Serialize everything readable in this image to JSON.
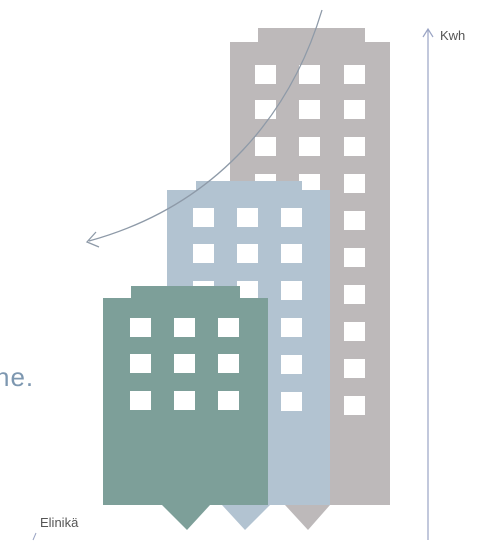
{
  "labels": {
    "y_axis": "Kwh",
    "x_axis": "Elinikä",
    "cutoff_text": "ne."
  },
  "colors": {
    "building_tall": "#bdb9ba",
    "building_mid": "#b2c3d1",
    "building_front": "#7d9f99",
    "window": "#ffffff",
    "curve": "#8e9aa8",
    "axis": "#9aa4c4",
    "cutoff_text": "#7d97b0"
  },
  "icons": {
    "axis_arrow": "arrow-up-icon",
    "curve_arrow": "arrow-down-left-icon"
  }
}
